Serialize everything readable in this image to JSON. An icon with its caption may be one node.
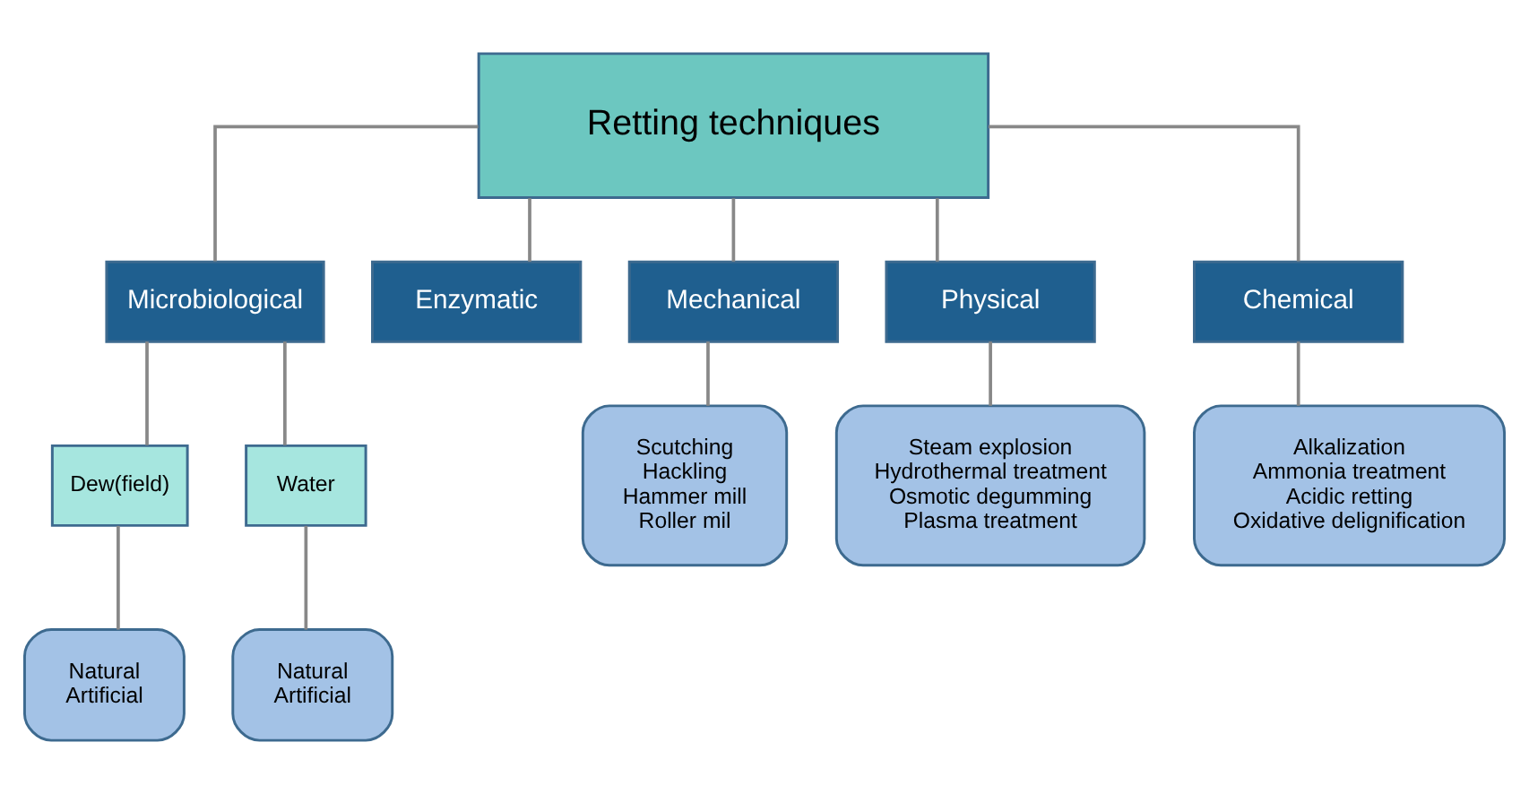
{
  "diagram": {
    "nodes": [
      {
        "text": [
          "Retting techniques"
        ]
      },
      {
        "text": [
          "Microbiological"
        ]
      },
      {
        "text": [
          "Enzymatic"
        ]
      },
      {
        "text": [
          "Mechanical"
        ]
      },
      {
        "text": [
          "Physical"
        ]
      },
      {
        "text": [
          "Chemical"
        ]
      },
      {
        "text": [
          "Dew(field)"
        ]
      },
      {
        "text": [
          "Water"
        ]
      },
      {
        "text": [
          "Natural",
          "Artificial"
        ]
      },
      {
        "text": [
          "Natural",
          "Artificial"
        ]
      },
      {
        "text": [
          "Scutching",
          "Hackling",
          "Hammer mill",
          "Roller mil"
        ]
      },
      {
        "text": [
          "Steam explosion",
          "Hydrothermal treatment",
          "Osmotic degumming",
          "Plasma treatment"
        ]
      },
      {
        "text": [
          "Alkalization",
          "Ammonia treatment",
          "Acidic retting",
          "Oxidative delignification"
        ]
      }
    ],
    "edges": [
      {
        "from": 0,
        "to": 1,
        "arrow": "none"
      },
      {
        "from": 0,
        "to": 2,
        "arrow": "none"
      },
      {
        "from": 0,
        "to": 3,
        "arrow": "none"
      },
      {
        "from": 0,
        "to": 4,
        "arrow": "none"
      },
      {
        "from": 0,
        "to": 5,
        "arrow": "none"
      },
      {
        "from": 1,
        "to": 6,
        "arrow": "none"
      },
      {
        "from": 1,
        "to": 7,
        "arrow": "none"
      },
      {
        "from": 6,
        "to": 8,
        "arrow": "none"
      },
      {
        "from": 7,
        "to": 9,
        "arrow": "none"
      },
      {
        "from": 3,
        "to": 10,
        "arrow": "none"
      },
      {
        "from": 4,
        "to": 11,
        "arrow": "none"
      },
      {
        "from": 5,
        "to": 12,
        "arrow": "none"
      }
    ]
  }
}
